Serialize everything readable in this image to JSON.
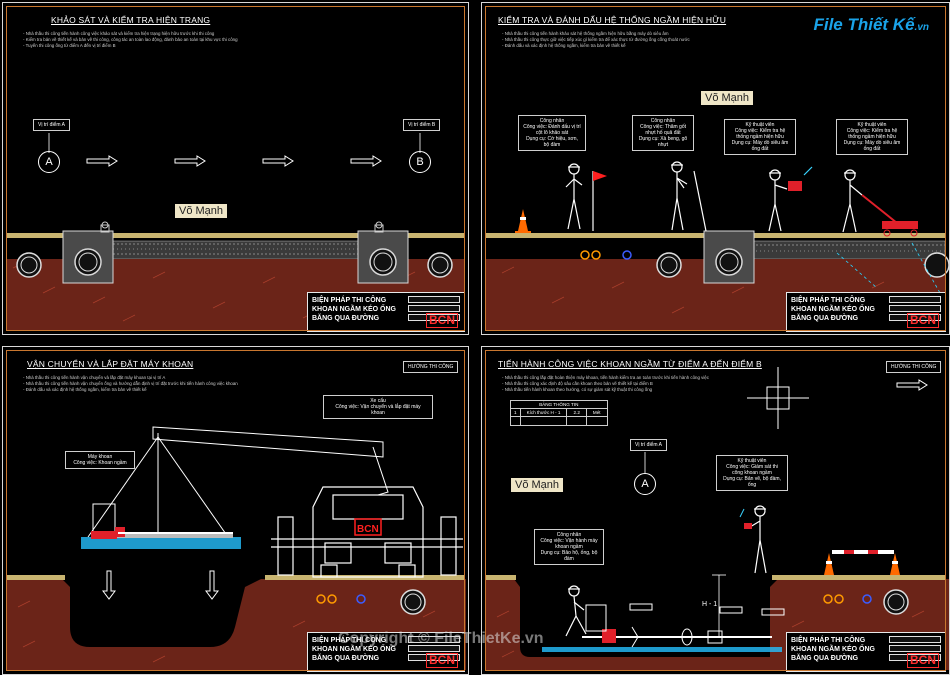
{
  "brand": {
    "name": "File Thiết Kế",
    "suffix": ".vn"
  },
  "watermark": "Copyright © FileThietKe.vn",
  "highlight": "Võ Mạnh",
  "title_block": {
    "line1": "BIỆN PHÁP THI CÔNG",
    "line2": "KHOAN NGẦM KÉO ỐNG",
    "line3": "BĂNG QUA ĐƯỜNG",
    "logo": "BCN"
  },
  "panel1": {
    "title": "KHẢO SÁT VÀ KIỂM TRA HIỆN TRẠNG",
    "notes": [
      "Nhà thầu thi công tiến hành công việc khảo sát và kiểm tra hiện trạng hiện hữu trước khi thi công",
      "Kiểm tra bản vẽ thiết kế và bản vẽ thi công, công tác an toàn lao động, đánh bảo an toàn tại khu vực thi công",
      "Tuyến thi công ống từ điểm A đến vị trí điểm B"
    ],
    "label_a": "Vị trí điểm A",
    "label_b": "Vị trí điểm B",
    "point_a": "A",
    "point_b": "B"
  },
  "panel2": {
    "title": "KIỂM TRA VÀ ĐÁNH DẤU HỆ THỐNG NGẦM HIỆN HỮU",
    "notes": [
      "Nhà thầu thi công tiến hành khảo sát hệ thống ngầm hiện hữu bằng máy dò siêu âm",
      "Nhà thầu thi công thực giữ việc tiếp xúc gì kiểm tra để xác thực từ đường ống cống thoát nước",
      "Đánh dấu và xác định hệ thống ngầm, kiểm tra bản vẽ thiết kế"
    ],
    "workers": [
      {
        "title": "Công nhân",
        "desc": "Công việc: Đánh dấu vị trí cột lô khảo sát",
        "tools": "Dụng cụ: Cờ hiệu, sơn, bộ đàm"
      },
      {
        "title": "Công nhân",
        "desc": "Công việc: Thăm gốt nhựt hố quả đất",
        "tools": "Dụng cụ: Xà beng, gõ nhựt"
      },
      {
        "title": "Kỹ thuật viên",
        "desc": "Công việc: Kiểm tra hệ thống ngầm hiện hữu",
        "tools": "Dụng cụ: Máy dò siêu âm ống đất"
      },
      {
        "title": "Kỹ thuật viên",
        "desc": "Công việc: Kiểm tra hệ thống ngầm hiện hữu",
        "tools": "Dụng cụ: Máy dò siêu âm ống đất"
      }
    ]
  },
  "panel3": {
    "title": "VẬN CHUYỂN VÀ LẮP ĐẶT MÁY KHOAN",
    "notes": [
      "Nhà thầu thi công tiến hành vận chuyển và lắp đặt máy khoan tại vị trí A",
      "Nhà thầu thi công tiến hành vận chuyển ống và hướng dẫn định vị trí đặt trước khi tiến hành công việc khoan",
      "Đánh dấu và xác định hệ thống ngầm, kiểm tra bản vẽ thiết kế"
    ],
    "direction": "HƯỚNG THI CÔNG",
    "crane": {
      "title": "Xe cẩu",
      "desc": "Công việc: Vận chuyển và lắp đặt máy khoan"
    },
    "drill": {
      "title": "Máy khoan",
      "desc": "Công việc: Khoan ngầm"
    }
  },
  "panel4": {
    "title": "TIẾN HÀNH CÔNG VIỆC KHOAN NGẦM TỪ ĐIỂM A ĐẾN ĐIỂM B",
    "notes": [
      "Nhà thầu thi công lắp đặt hoàn thiện máy khoan, tiến hành kiểm tra an toàn trước khi tiến hành công việc",
      "Nhà thầu thi công xác định độ sâu cần khoan theo bản vẽ thiết kế tại điểm B",
      "Nhà thầu tiến hành khoan theo hướng, có sự giám sát kỹ thuật thi công ống"
    ],
    "direction": "HƯỚNG THI CÔNG",
    "table": {
      "title": "BẢNG THÔNG TIN",
      "row": [
        "1",
        "Kích thước H - 1",
        "2.2",
        "Mét"
      ]
    },
    "label_a": "Vị trí điểm A",
    "point_a": "A",
    "depth": "H - 1",
    "worker1": {
      "title": "Công nhân",
      "desc": "Công việc: Vận hành máy khoan ngầm",
      "tools": "Dụng cụ: Bảo hộ, ống, bộ đàm"
    },
    "worker2": {
      "title": "Kỹ thuật viên",
      "desc": "Công việc: Giám sát thi công khoan ngầm",
      "tools": "Dụng cụ: Bản vẽ, bộ đàm, ống"
    }
  }
}
